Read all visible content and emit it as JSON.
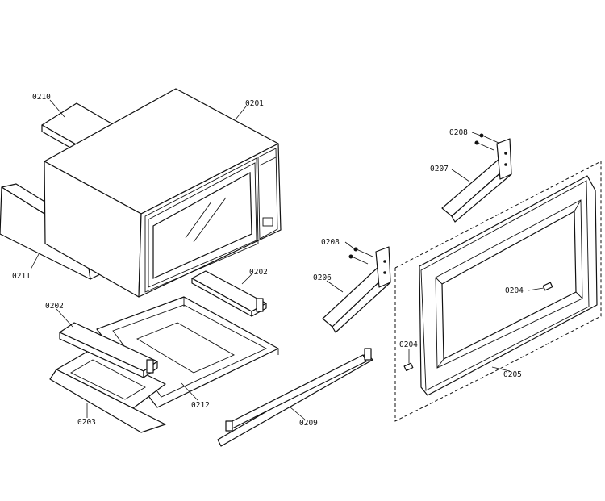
{
  "labels": {
    "p0210": "0210",
    "p0201": "0201",
    "p0211": "0211",
    "p0202a": "0202",
    "p0202b": "0202",
    "p0203": "0203",
    "p0212": "0212",
    "p0208a": "0208",
    "p0208b": "0208",
    "p0207": "0207",
    "p0206": "0206",
    "p0204a": "0204",
    "p0204b": "0204",
    "p0205": "0205",
    "p0209": "0209"
  }
}
